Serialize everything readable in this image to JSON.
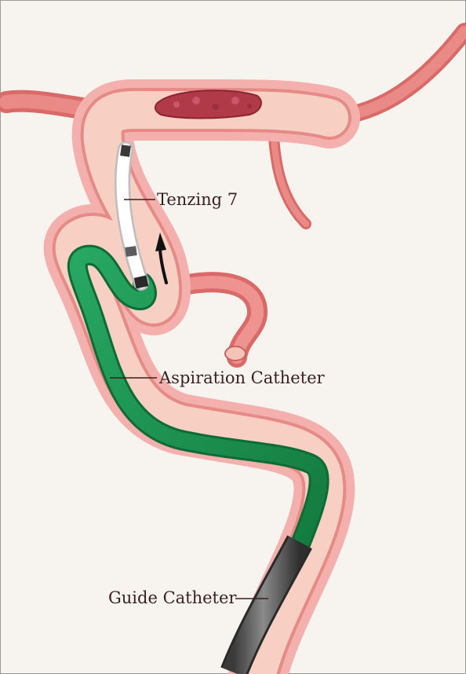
{
  "labels": {
    "tenzing": "Tenzing 7",
    "aspiration": "Aspiration Catheter",
    "guide": "Guide Catheter"
  },
  "colors": {
    "background": "#f7f4ef",
    "vessel_outer": "#f2a7a4",
    "vessel_lumen": "#f7cfc3",
    "vessel_wall": "#e07e7c",
    "artery": "#e47c79",
    "clot": "#b03a48",
    "aspiration_catheter": "#1f9a55",
    "guide_catheter": "#5c5c5c",
    "tenzing_catheter": "#ffffff",
    "label_text": "#3b1f1f"
  },
  "icons": {
    "direction_arrow": "arrow-up-icon"
  }
}
